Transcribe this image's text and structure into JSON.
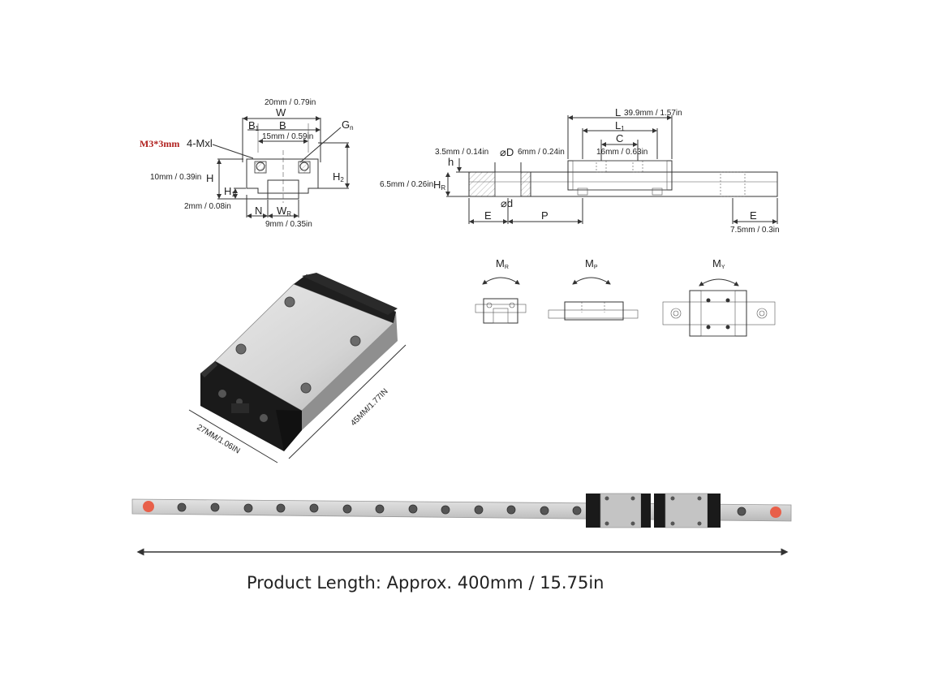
{
  "front_view": {
    "width_value": "20mm / 0.79in",
    "width_sym": "W",
    "b1_sym": "B",
    "b1_sub": "1",
    "b_sym": "B",
    "g_sym": "G",
    "g_sub": "n",
    "b_value": "15mm / 0.59in",
    "thread_red": "M3*3mm",
    "thread_sym": "4-Mxl",
    "height_value": "10mm / 0.39in",
    "h_sym": "H",
    "h1_sym": "H",
    "h1_sub": "1",
    "h2_sym": "H",
    "h2_sub": "2",
    "h1_value": "2mm / 0.08in",
    "n_sym": "N",
    "wr_sym": "W",
    "wr_sub": "R",
    "wr_value": "9mm / 0.35in"
  },
  "side_view": {
    "l_sym": "L",
    "l_value": "39.9mm / 1.57in",
    "l1_sym": "L",
    "l1_sub": "1",
    "c_sym": "C",
    "c_value": "16mm / 0.63in",
    "h_value": "3.5mm / 0.14in",
    "h_sym": "h",
    "D_sym": "⌀D",
    "D_value": "6mm / 0.24in",
    "hr_value": "6.5mm / 0.26in",
    "hr_sym": "H",
    "hr_sub": "R",
    "d_sym": "⌀d",
    "e_sym": "E",
    "p_sym": "P",
    "e2_sym": "E",
    "e_value": "7.5mm / 0.3in"
  },
  "moments": {
    "mr_sym": "M",
    "mr_sub": "R",
    "mp_sym": "M",
    "mp_sub": "P",
    "my_sym": "M",
    "my_sub": "Y"
  },
  "photo": {
    "width_label": "27MM/1.06IN",
    "length_label": "45MM/1.77IN"
  },
  "caption": {
    "text": "Product Length: Approx. 400mm / 15.75in"
  },
  "colors": {
    "end_cap": "#e8604a",
    "rail": "#cfcfcf",
    "block_black": "#1a1a1a",
    "block_metal": "#c4c4c4"
  }
}
